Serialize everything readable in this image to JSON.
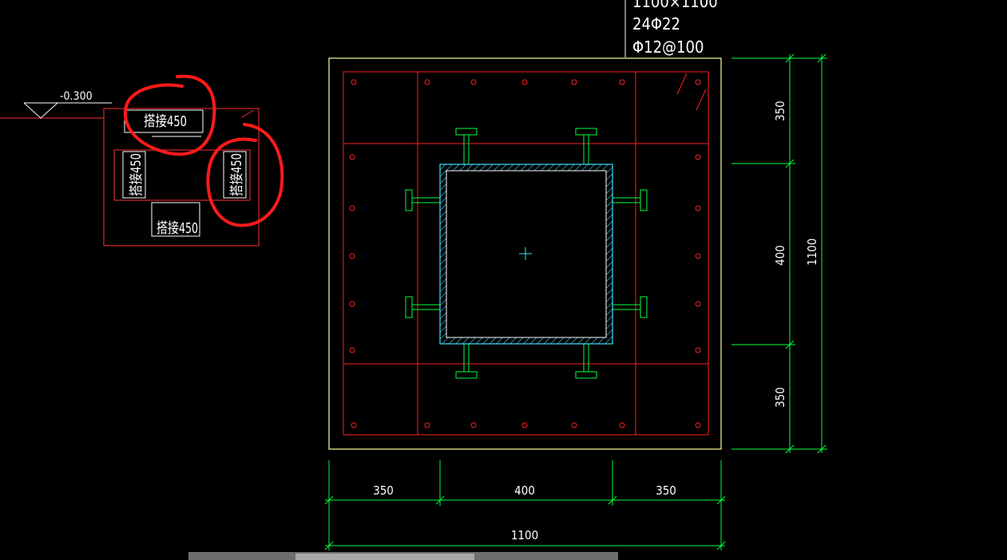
{
  "spec": {
    "size_label": "1100×1100",
    "main_bars": "24Φ22",
    "stirrups": "Φ12@100"
  },
  "detail": {
    "elevation": "-0.300",
    "weld_top": "搭接450",
    "weld_left": "搭接450",
    "weld_right": "搭接450",
    "weld_bottom": "搭接450"
  },
  "dims": {
    "right_top": "350",
    "right_mid": "400",
    "right_bottom": "350",
    "right_total": "1100",
    "bottom_left": "350",
    "bottom_mid": "400",
    "bottom_right": "350",
    "bottom_total": "1100"
  },
  "colors": {
    "outline": "#ffff99",
    "rebar": "#ff2020",
    "steel": "#00ff40",
    "tube": "#40e0ff",
    "dimension": "#00ff40",
    "text": "#ffffff",
    "markup": "#ff1a1a"
  }
}
